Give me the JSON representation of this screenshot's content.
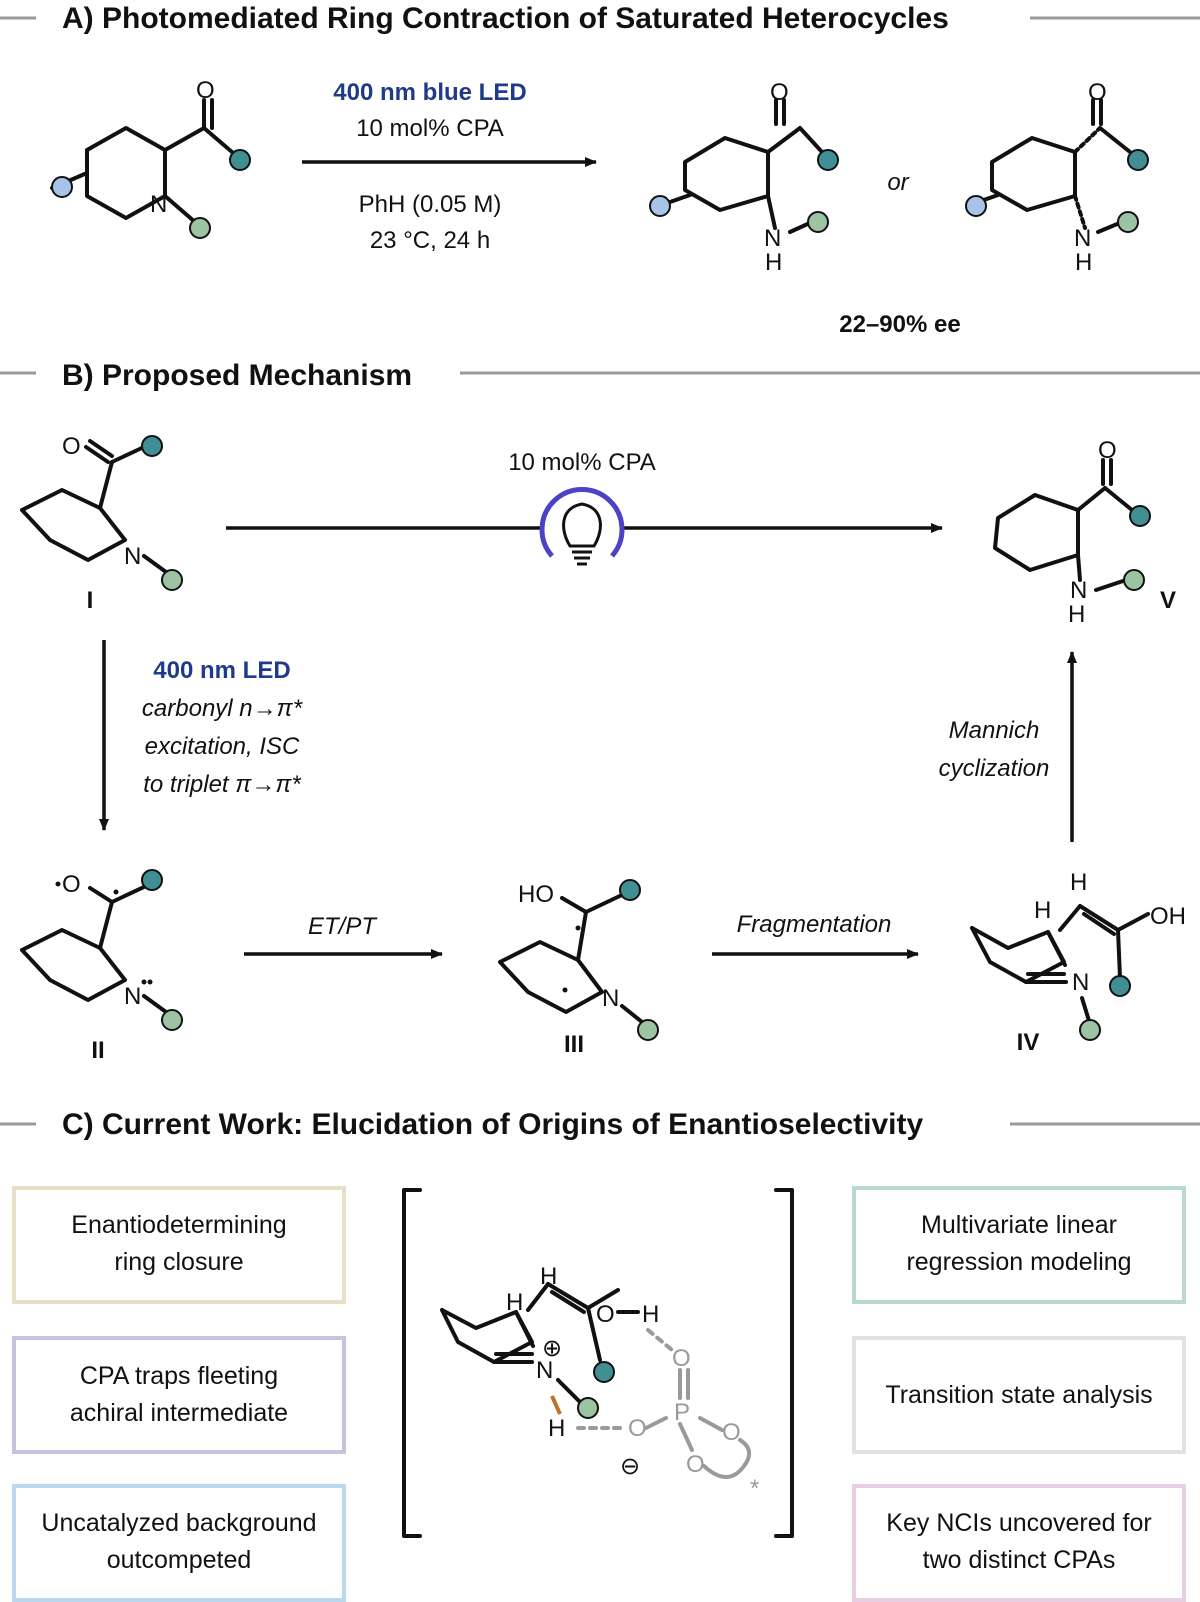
{
  "sections": {
    "a": {
      "title": "A) Photomediated Ring Contraction of Saturated Heterocycles"
    },
    "b": {
      "title": "B) Proposed Mechanism"
    },
    "c": {
      "title": "C) Current Work: Elucidation of Origins of Enantioselectivity"
    }
  },
  "reaction_a": {
    "light": "400 nm blue LED",
    "catalyst": "10 mol% CPA",
    "solvent": "PhH (0.05 M)",
    "conditions": "23 °C, 24  h",
    "or_text": "or",
    "ee": "22–90% ee"
  },
  "mechanism": {
    "top_catalyst": "10 mol% CPA",
    "step1_light": "400 nm LED",
    "step1_line1": "carbonyl n→π*",
    "step1_line2": "excitation, ISC",
    "step1_line3": "to triplet π→π*",
    "step2": "ET/PT",
    "step3": "Fragmentation",
    "step4_line1": "Mannich",
    "step4_line2": "cyclization",
    "labels": [
      "I",
      "II",
      "III",
      "IV",
      "V"
    ]
  },
  "atoms": {
    "O": "O",
    "N": "N",
    "H": "H",
    "HO": "HO",
    "OH": "OH",
    "P": "P",
    "plus": "⊕",
    "minus": "⊖",
    "star": "*"
  },
  "boxes": {
    "left": [
      {
        "line1": "Enantiodetermining",
        "line2": "ring closure",
        "color": "#e9dfc7"
      },
      {
        "line1": "CPA traps fleeting",
        "line2": "achiral intermediate",
        "color": "#c8c2dc"
      },
      {
        "line1": "Uncatalyzed background",
        "line2": "outcompeted",
        "color": "#bcd8ef"
      }
    ],
    "right": [
      {
        "line1": "Multivariate linear",
        "line2": "regression modeling",
        "color": "#b9d8d3"
      },
      {
        "line1": "Transition state analysis",
        "line2": "",
        "color": "#e2e2e2"
      },
      {
        "line1": "Key NCIs uncovered for",
        "line2": "two distinct CPAs",
        "color": "#e8cfe4"
      }
    ]
  },
  "colors": {
    "teal_dot": "#3f8f95",
    "green_dot": "#9cc4a3",
    "blue_dot": "#a7c4e8",
    "light_purple": "#4a43c8",
    "gray_catalyst": "#9a9a9a",
    "nh_bond": "#c0722a"
  },
  "icons": [
    "light-bulb-icon"
  ]
}
